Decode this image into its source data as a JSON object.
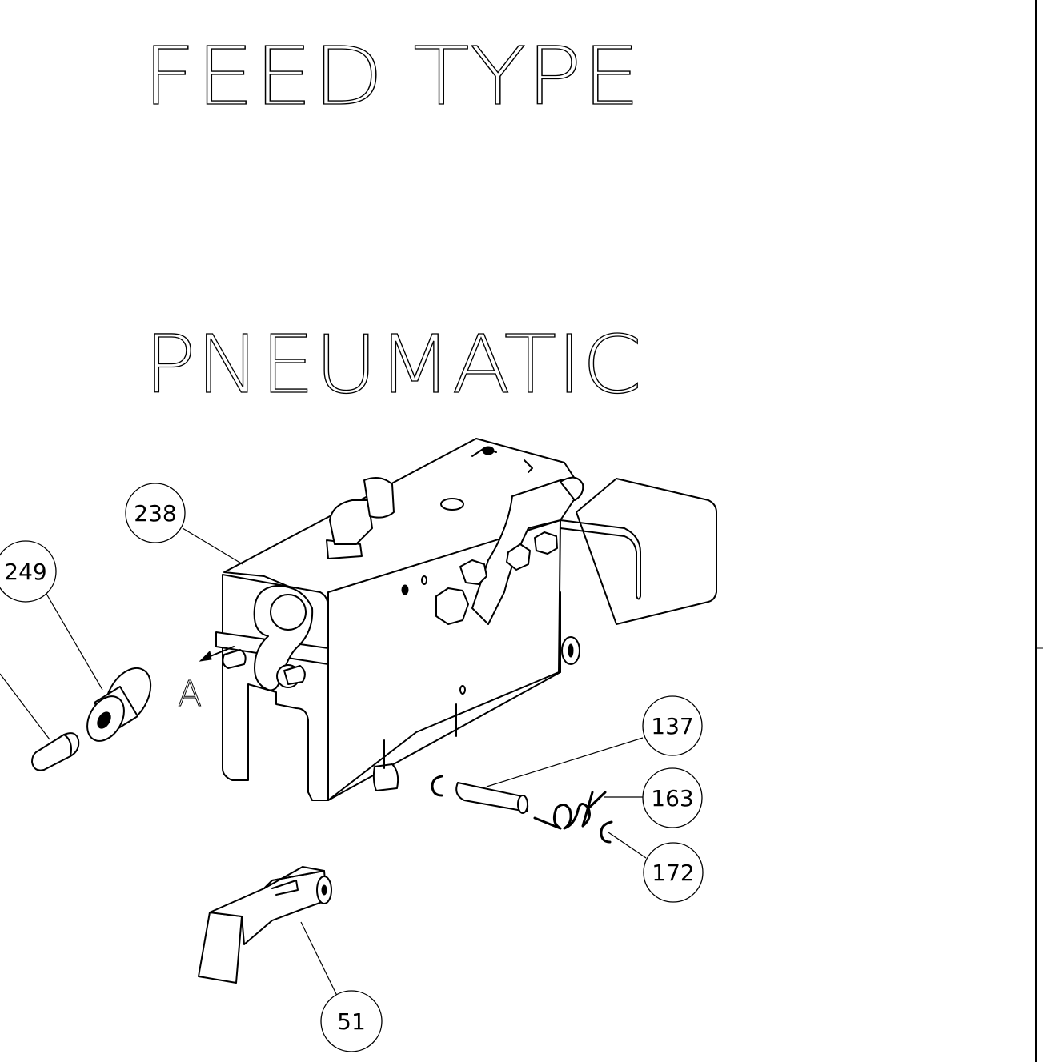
{
  "diagram": {
    "heading_line1": "FEED TYPE",
    "heading_line2": "PNEUMATIC",
    "view_label": "A",
    "callouts": [
      {
        "id": "238",
        "part": "main-housing"
      },
      {
        "id": "249",
        "part": "bushing"
      },
      {
        "id": "137",
        "part": "pin"
      },
      {
        "id": "163",
        "part": "torsion-spring"
      },
      {
        "id": "172",
        "part": "retaining-ring"
      },
      {
        "id": "51",
        "part": "feed-pawl"
      }
    ]
  }
}
